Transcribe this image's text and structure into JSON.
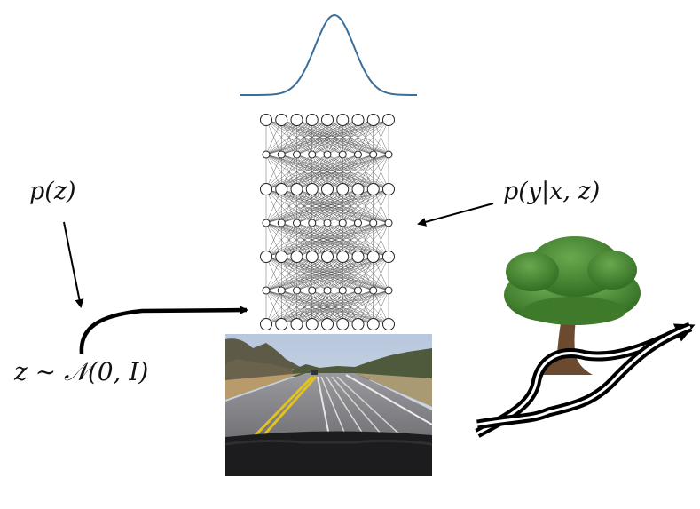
{
  "labels": {
    "prior": "p(z)",
    "likelihood": "p(y|x, z)",
    "latent_sample": "z ∼ 𝒩(0, I)"
  },
  "network": {
    "layers": [
      9,
      9,
      9,
      9,
      9,
      9,
      9,
      9,
      9
    ]
  },
  "colors": {
    "curve": "#3a6e99",
    "sky": "#c9d5e6",
    "road": "#8e8e93",
    "dashboard": "#1c1c1e",
    "tree_foliage": "#3f7a2a",
    "trunk": "#6b4a2f",
    "arrow": "#000000"
  },
  "icons": {
    "road_photo": "road-scene-image",
    "tree": "tree-illustration",
    "trajectory": "bifurcating-path-arrow"
  }
}
